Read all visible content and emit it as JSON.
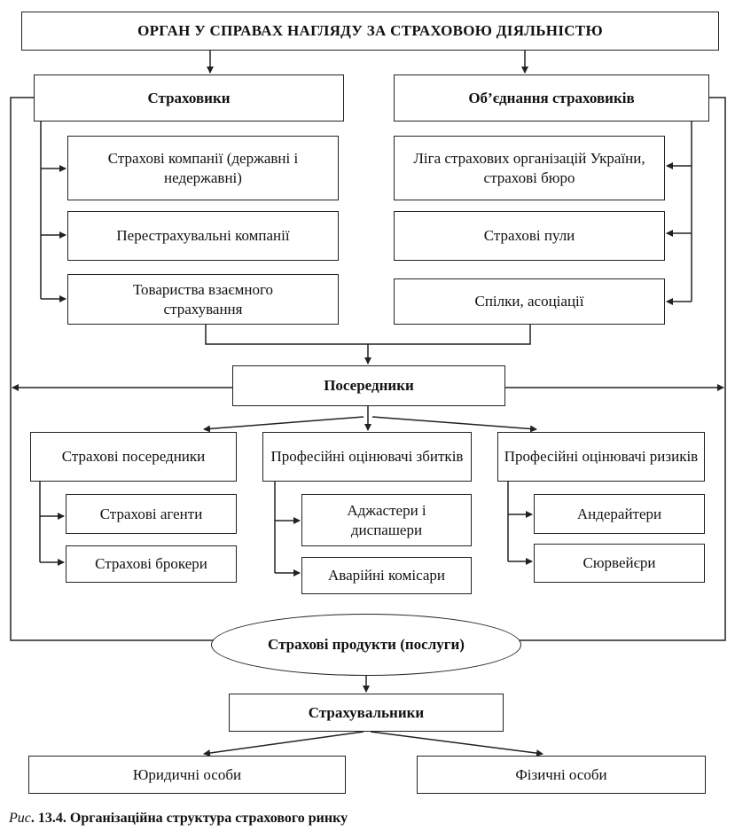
{
  "top": "ОРГАН У СПРАВАХ НАГЛЯДУ ЗА СТРАХОВОЮ ДІЯЛЬНІСТЮ",
  "insurers": {
    "title": "Страховики",
    "items": [
      "Страхові компанії (державні і недержавні)",
      "Перестрахувальні компанії",
      "Товариства взаємного страхування"
    ]
  },
  "associations": {
    "title": "Об’єднання страховиків",
    "items": [
      "Ліга страхових організацій України, страхові бюро",
      "Страхові пули",
      "Спілки, асоціації"
    ]
  },
  "intermediaries": {
    "title": "Посередники",
    "groups": [
      {
        "title": "Страхові посередники",
        "items": [
          "Страхові агенти",
          "Страхові брокери"
        ]
      },
      {
        "title": "Професійні оцінювачі збитків",
        "items": [
          "Аджастери і диспашери",
          "Аварійні комісари"
        ]
      },
      {
        "title": "Професійні оцінювачі ризиків",
        "items": [
          "Андерайтери",
          "Сюрвейєри"
        ]
      }
    ]
  },
  "products": "Страхові продукти (послуги)",
  "policyholders": {
    "title": "Страхувальники",
    "items": [
      "Юридичні особи",
      "Фізичні особи"
    ]
  },
  "caption": {
    "prefix": "Рис",
    "text": ". 13.4. Організаційна структура страхового ринку"
  }
}
